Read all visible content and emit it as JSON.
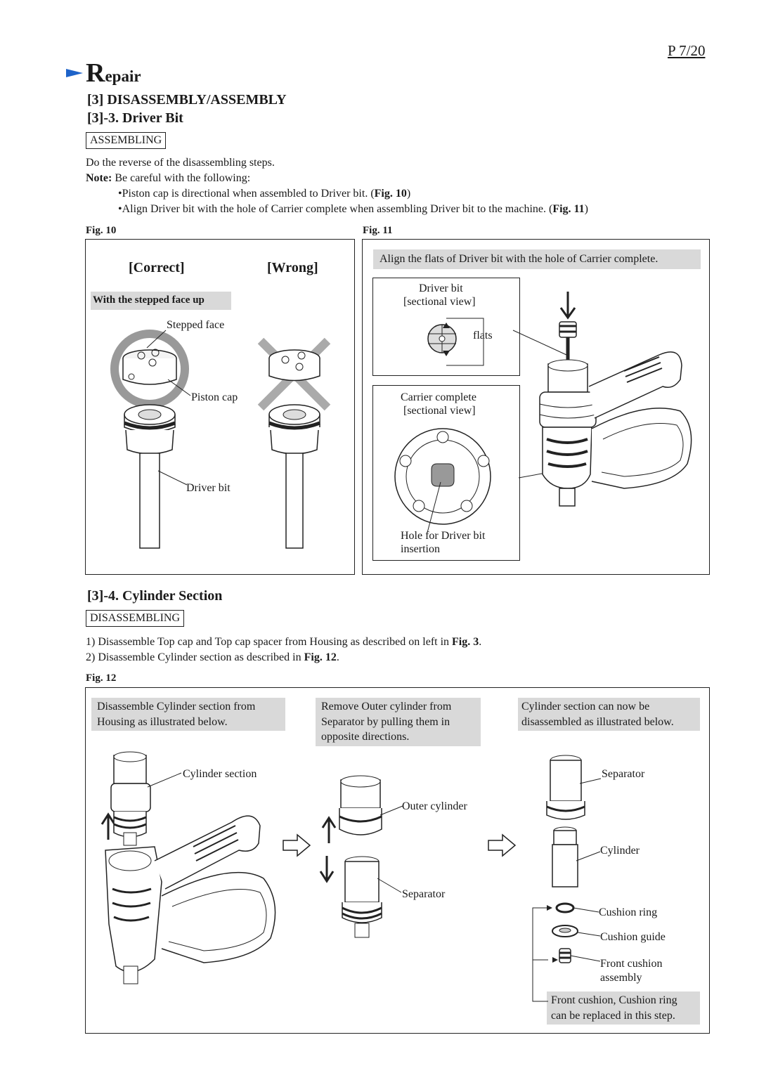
{
  "page": {
    "number": "P 7/20"
  },
  "header": {
    "section_initial": "R",
    "section_rest": "epair"
  },
  "heading1": "[3] DISASSEMBLY/ASSEMBLY",
  "heading2": "[3]-3. Driver Bit",
  "assembling_label": "ASSEMBLING",
  "intro": "Do the reverse of the disassembling steps.",
  "note_label": "Note:",
  "note_text": " Be careful with the following:",
  "bullet1": {
    "text": "Piston cap is directional when assembled to Driver bit. (",
    "fig": "Fig. 10",
    "end": ")"
  },
  "bullet2": {
    "text": "Align Driver bit with the hole of Carrier complete when assembling Driver bit to the machine. (",
    "fig": "Fig. 11",
    "end": ")"
  },
  "fig10": {
    "label": "Fig. 10",
    "correct": "[Correct]",
    "wrong": "[Wrong]",
    "banner": "With the stepped face up",
    "stepped_face": "Stepped face",
    "piston_cap": "Piston cap",
    "driver_bit": "Driver bit"
  },
  "fig11": {
    "label": "Fig. 11",
    "banner": "Align the flats of Driver bit with the hole of Carrier complete.",
    "driver_bit_title": "Driver bit",
    "driver_bit_sub": "[sectional view]",
    "flats": "flats",
    "carrier_title": "Carrier complete",
    "carrier_sub": "[sectional view]",
    "hole_line1": "Hole for Driver bit",
    "hole_line2": "insertion"
  },
  "heading3": "[3]-4. Cylinder Section",
  "disassembling_label": "DISASSEMBLING",
  "step1": {
    "text": "1) Disassemble Top cap and Top cap spacer from Housing as described on left in ",
    "fig": "Fig. 3",
    "end": "."
  },
  "step2": {
    "text": "2) Disassemble Cylinder section as described in ",
    "fig": "Fig. 12",
    "end": "."
  },
  "fig12": {
    "label": "Fig. 12",
    "box1_line1": "Disassemble Cylinder section from",
    "box1_line2": "Housing as illustrated below.",
    "box2_line1": "Remove Outer cylinder from",
    "box2_line2": "Separator by pulling them in",
    "box2_line3": "opposite directions.",
    "box3_line1": "Cylinder section can now be",
    "box3_line2": "disassembled as illustrated below.",
    "cylinder_section": "Cylinder section",
    "outer_cylinder": "Outer cylinder",
    "separator_mid": "Separator",
    "separator_right": "Separator",
    "cylinder": "Cylinder",
    "cushion_ring": "Cushion ring",
    "cushion_guide": "Cushion guide",
    "front_cushion_line1": "Front cushion",
    "front_cushion_line2": "assembly",
    "note_line1": "Front cushion, Cushion ring",
    "note_line2": "can be replaced in this step."
  }
}
